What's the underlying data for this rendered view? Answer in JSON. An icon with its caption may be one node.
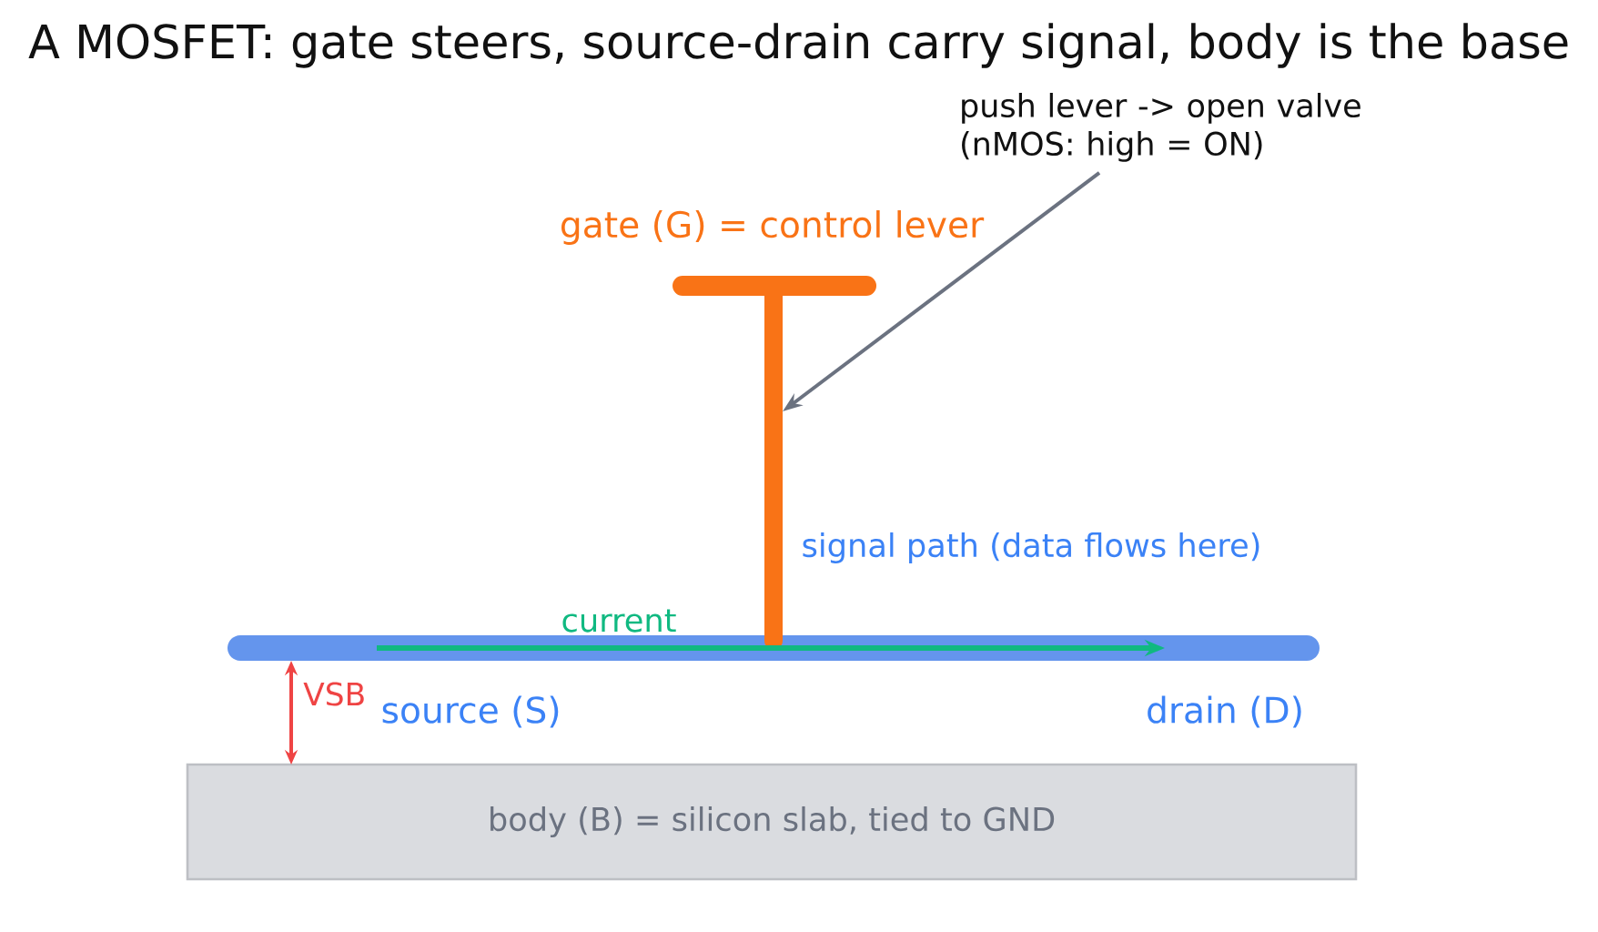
{
  "diagram": {
    "title": "A MOSFET: gate steers, source-drain carry signal, body is the base",
    "nodes": [
      {
        "text": [
          "push lever -> open valve (nMOS: high = ON)"
        ]
      },
      {
        "text": [],
        "shape": "bar",
        "beside": [
          "gate (G) = control lever"
        ]
      },
      {
        "text": [],
        "shape": "bar"
      },
      {
        "text": [
          "body (B) = silicon slab, tied to GND"
        ]
      }
    ],
    "edges": [
      {
        "from": 0,
        "to": 1,
        "arrow": "to"
      },
      {
        "from": 2,
        "to": 3,
        "arrow": "both",
        "label": "VSB",
        "color": "#ef4444"
      }
    ],
    "labels": [
      "signal path (data flows here)",
      "current",
      "source (S)",
      "drain (D)"
    ]
  }
}
